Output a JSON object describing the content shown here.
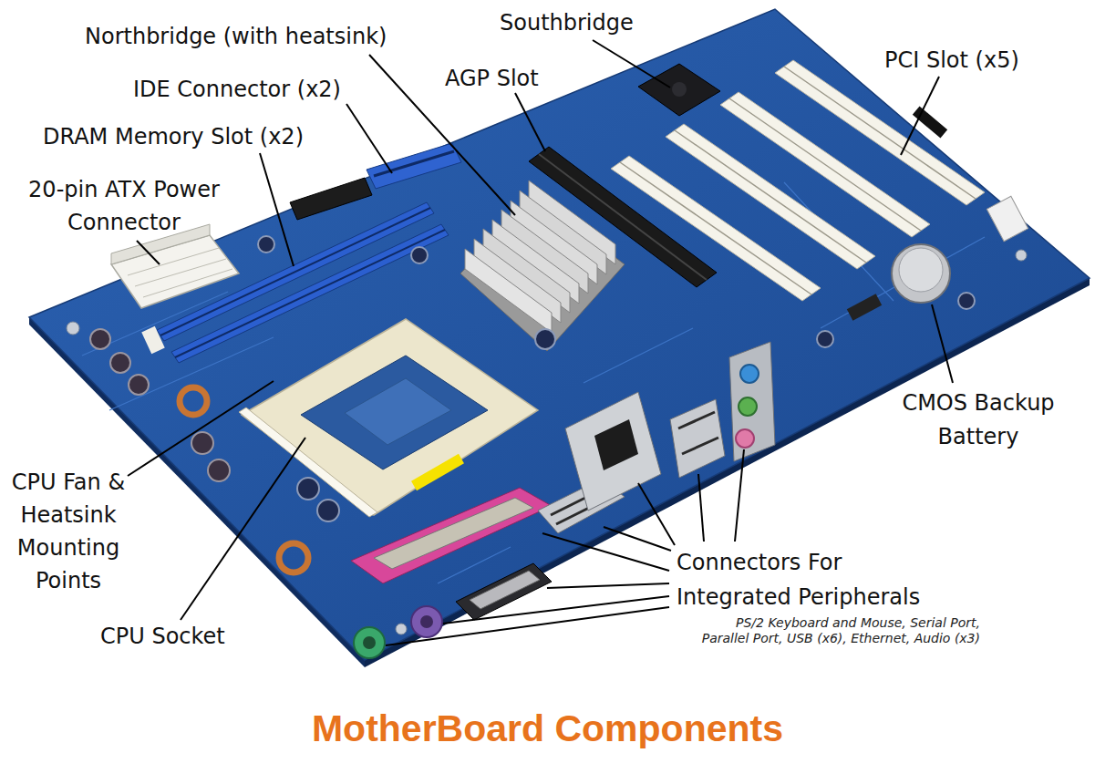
{
  "diagram": {
    "caption": "MotherBoard Components",
    "labels": [
      "Southbridge",
      "Northbridge (with heatsink)",
      "PCI Slot (x5)",
      "AGP Slot",
      "IDE Connector (x2)",
      "DRAM Memory Slot (x2)",
      "20-pin ATX Power Connector",
      "CMOS Backup Battery",
      "CPU Fan & Heatsink Mounting Points",
      "Connectors For Integrated Peripherals",
      "PS/2 Keyboard and Mouse, Serial Port, Parallel Port, USB (x6), Ethernet, Audio (x3)",
      "CPU Socket"
    ]
  }
}
